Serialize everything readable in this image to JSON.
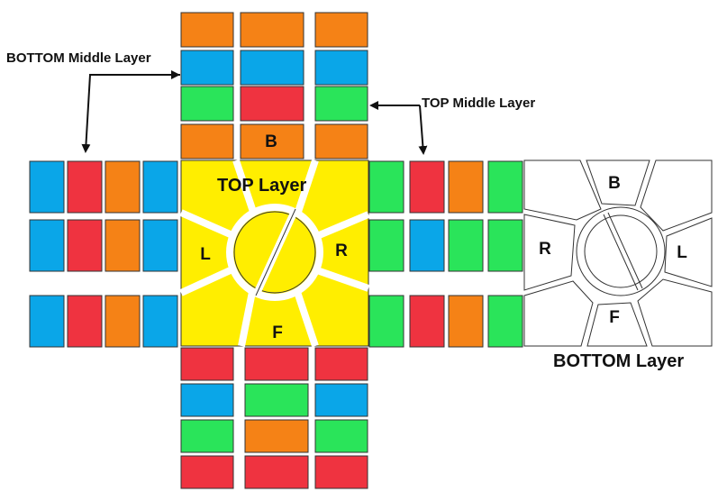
{
  "labels": {
    "bottom_middle": "BOTTOM Middle Layer",
    "top_middle": "TOP Middle Layer",
    "top_layer": "TOP Layer",
    "bottom_layer": "BOTTOM Layer"
  },
  "top_face": {
    "back": "B",
    "left": "L",
    "right": "R",
    "front": "F"
  },
  "bottom_face": {
    "back": "B",
    "left": "L",
    "right": "R",
    "front": "F"
  },
  "colors": {
    "orange": "#f58216",
    "blue": "#0aa6e8",
    "green": "#2ae45a",
    "red": "#ef3340",
    "yellow": "#ffee00",
    "white": "#ffffff",
    "outline": "#333333"
  },
  "strips": {
    "back": [
      [
        "orange",
        "orange",
        "orange"
      ],
      [
        "blue",
        "blue",
        "blue"
      ],
      [
        "green",
        "red",
        "green"
      ],
      [
        "orange",
        "orange",
        "orange"
      ]
    ],
    "left": [
      [
        "blue",
        "red",
        "orange",
        "blue"
      ],
      [
        "blue",
        "red",
        "orange",
        "blue"
      ],
      [
        "blue",
        "red",
        "orange",
        "blue"
      ]
    ],
    "right": [
      [
        "green",
        "red",
        "orange",
        "green"
      ],
      [
        "green",
        "blue",
        "green",
        "green"
      ],
      [
        "green",
        "red",
        "orange",
        "green"
      ]
    ],
    "front": [
      [
        "red",
        "red",
        "red"
      ],
      [
        "blue",
        "green",
        "blue"
      ],
      [
        "green",
        "orange",
        "green"
      ],
      [
        "red",
        "red",
        "red"
      ]
    ]
  }
}
